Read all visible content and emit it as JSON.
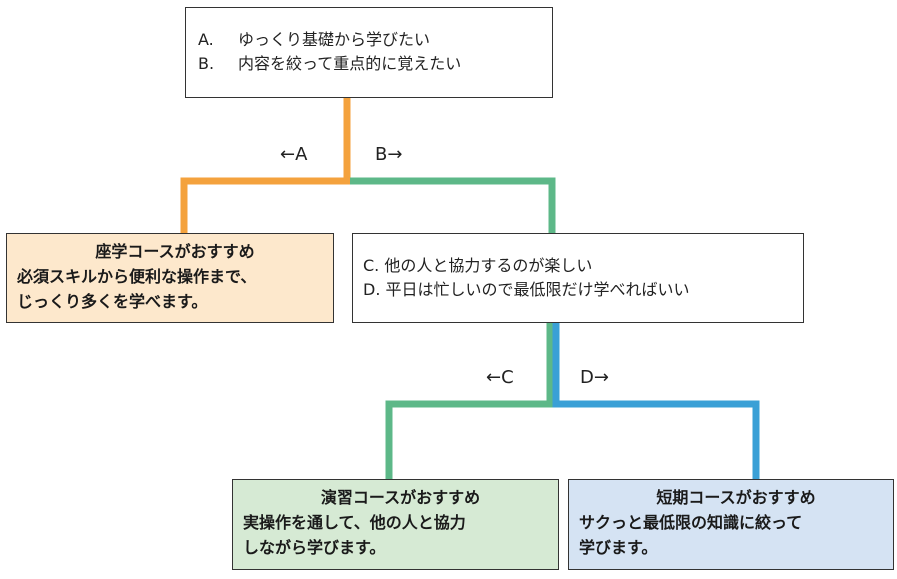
{
  "colors": {
    "orange": "#f4a23d",
    "green": "#5db888",
    "blue": "#3aa0d6",
    "orange_fill": "#fde8cc",
    "green_fill": "#d6ead4",
    "blue_fill": "#d5e3f3"
  },
  "question1": {
    "a_key": "A.",
    "a_text": "ゆっくり基礎から学びたい",
    "b_key": "B.",
    "b_text": "内容を絞って重点的に覚えたい"
  },
  "question2": {
    "c_line": "C. 他の人と協力するのが楽しい",
    "d_line": "D. 平日は忙しいので最低限だけ学べればいい"
  },
  "arrows": {
    "a": "←A",
    "b": "B→",
    "c": "←C",
    "d": "D→"
  },
  "recommend_lecture": {
    "title": "座学コースがおすすめ",
    "line1": "必須スキルから便利な操作まで、",
    "line2": "じっくり多くを学べます。"
  },
  "recommend_practice": {
    "title": "演習コースがおすすめ",
    "line1": "実操作を通して、他の人と協力",
    "line2": "しながら学びます。"
  },
  "recommend_short": {
    "title": "短期コースがおすすめ",
    "line1": "サクっと最低限の知識に絞って",
    "line2": "学びます。"
  }
}
